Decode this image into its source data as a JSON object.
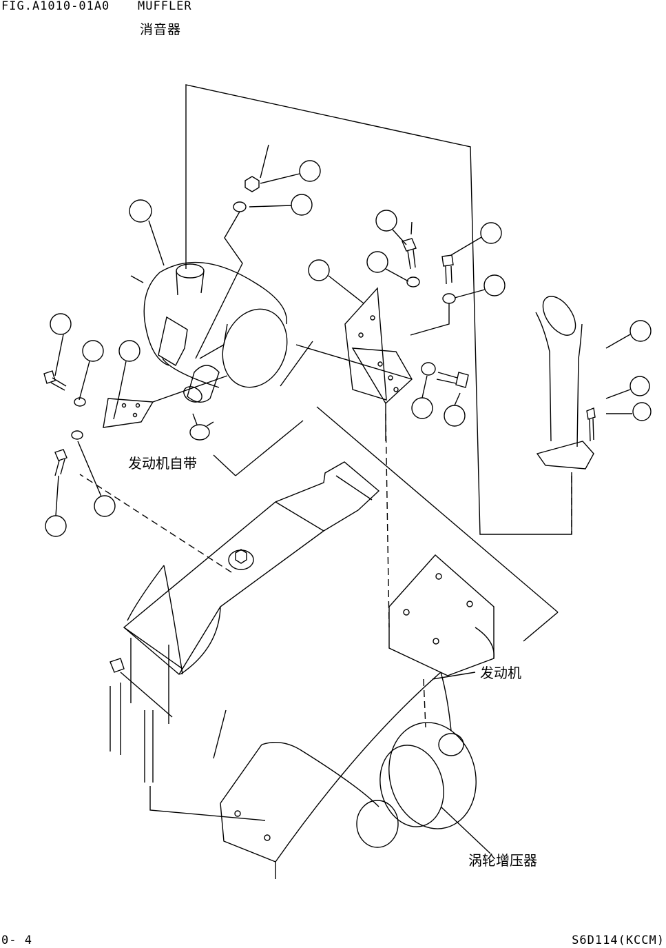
{
  "header": {
    "fig_code": "FIG.A1010-01A0",
    "title_en": "MUFFLER",
    "title_cn": "消音器"
  },
  "callouts": {
    "band": "发动机自带",
    "engine": "发动机",
    "turbocharger": "涡轮增压器"
  },
  "footer": {
    "page": "0- 4",
    "model": "S6D114(KCCM)"
  }
}
